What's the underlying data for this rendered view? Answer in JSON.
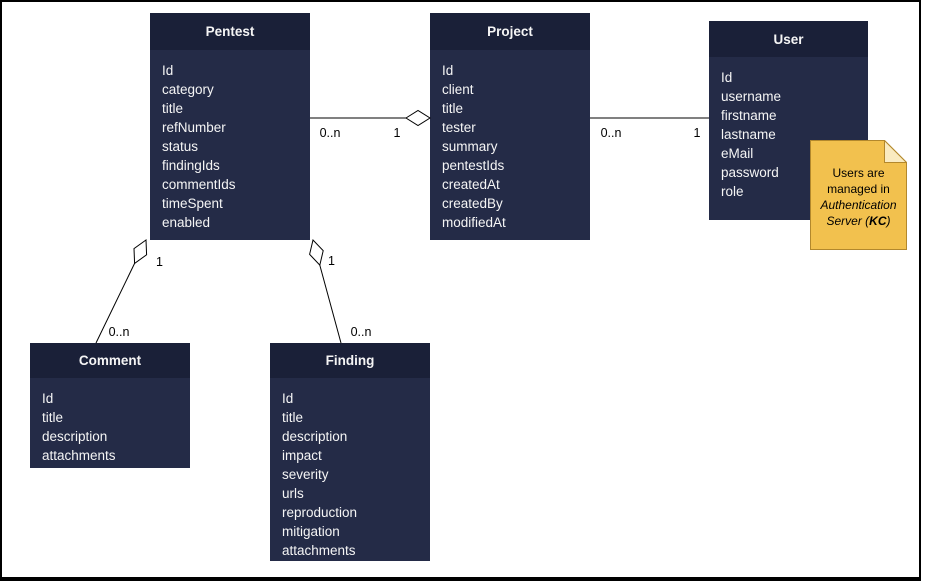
{
  "entities": {
    "pentest": {
      "name": "Pentest",
      "fields": [
        "Id",
        "category",
        "title",
        "refNumber",
        "status",
        "findingIds",
        "commentIds",
        "timeSpent",
        "enabled"
      ]
    },
    "project": {
      "name": "Project",
      "fields": [
        "Id",
        "client",
        "title",
        "tester",
        "summary",
        "pentestIds",
        "createdAt",
        "createdBy",
        "modifiedAt"
      ]
    },
    "user": {
      "name": "User",
      "fields": [
        "Id",
        "username",
        "firstname",
        "lastname",
        "eMail",
        "password",
        "role"
      ]
    },
    "comment": {
      "name": "Comment",
      "fields": [
        "Id",
        "title",
        "description",
        "attachments"
      ]
    },
    "finding": {
      "name": "Finding",
      "fields": [
        "Id",
        "title",
        "description",
        "impact",
        "severity",
        "urls",
        "reproduction",
        "mitigation",
        "attachments"
      ]
    }
  },
  "relationships": {
    "pentest_project": {
      "type": "aggregation",
      "pentest_end": "0..n",
      "project_end": "1"
    },
    "project_user": {
      "type": "association",
      "project_end": "0..n",
      "user_end": "1"
    },
    "pentest_comment": {
      "type": "aggregation",
      "pentest_end": "1",
      "comment_end": "0..n"
    },
    "pentest_finding": {
      "type": "aggregation",
      "pentest_end": "1",
      "finding_end": "0..n"
    }
  },
  "note": {
    "line1": "Users are",
    "line2": "managed in",
    "line3": "Authentication",
    "line4_italic": "Server (",
    "line4_bold": "KC",
    "line4_end": ")"
  },
  "colors": {
    "entity_header": "#1A2038",
    "entity_body": "#242B47",
    "entity_text": "#F5F5F5",
    "note_fill": "#F2C14E",
    "note_border": "#B3882C",
    "line": "#000000",
    "background": "#FFFFFF"
  }
}
